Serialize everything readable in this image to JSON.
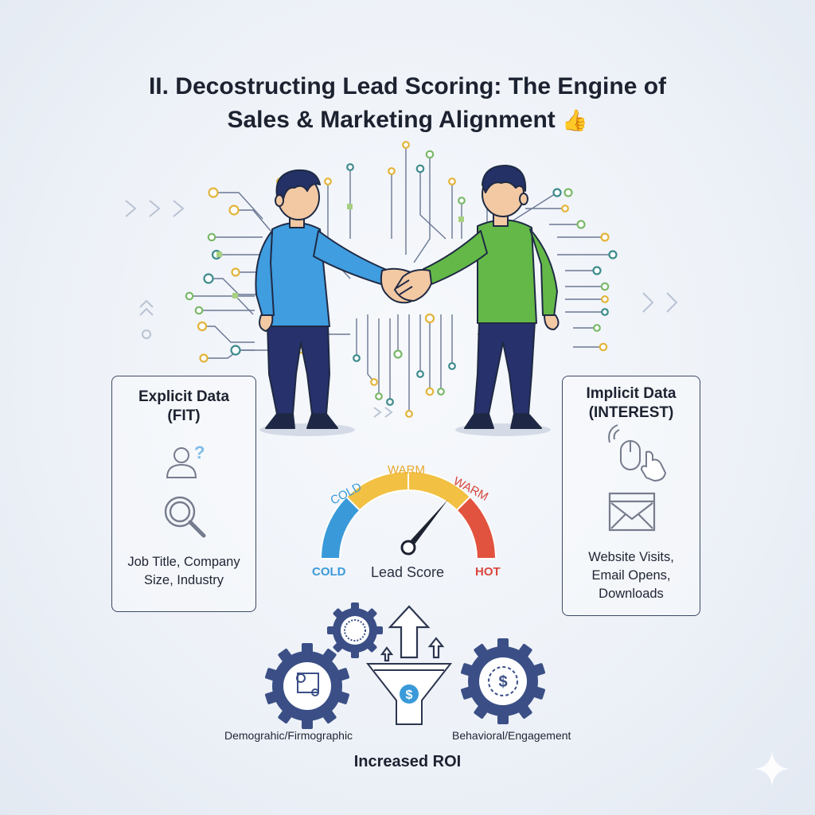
{
  "title": {
    "line1": "II. Decostructing Lead Scoring: The Engine of",
    "line2": "Sales & Marketing Alignment",
    "emoji": "👍"
  },
  "explicit": {
    "title_line1": "Explicit Data",
    "title_line2": "(FIT)",
    "body_line1": "Job Title, Company",
    "body_line2": "Size, Industry"
  },
  "implicit": {
    "title_line1": "Implicit Data",
    "title_line2": "(INTEREST)",
    "body_line1": "Website Visits,",
    "body_line2": "Email Opens,",
    "body_line3": "Downloads"
  },
  "gauge": {
    "cold_top": "COLD",
    "warm_top": "WARM",
    "warm_right": "WARM",
    "cold_bottom": "COLD",
    "hot": "HOT",
    "name": "Lead Score",
    "segment_colors": [
      "#3a9ad9",
      "#f2c043",
      "#f2c043",
      "#e2533f"
    ]
  },
  "bottom": {
    "left_caption": "Demograhic/Firmographic",
    "right_caption": "Behavioral/Engagement",
    "result": "Increased ROI"
  },
  "colors": {
    "person_left_shirt": "#3f9de0",
    "person_right_shirt": "#63b847",
    "pants": "#27316b",
    "gear": "#3b4f86"
  }
}
